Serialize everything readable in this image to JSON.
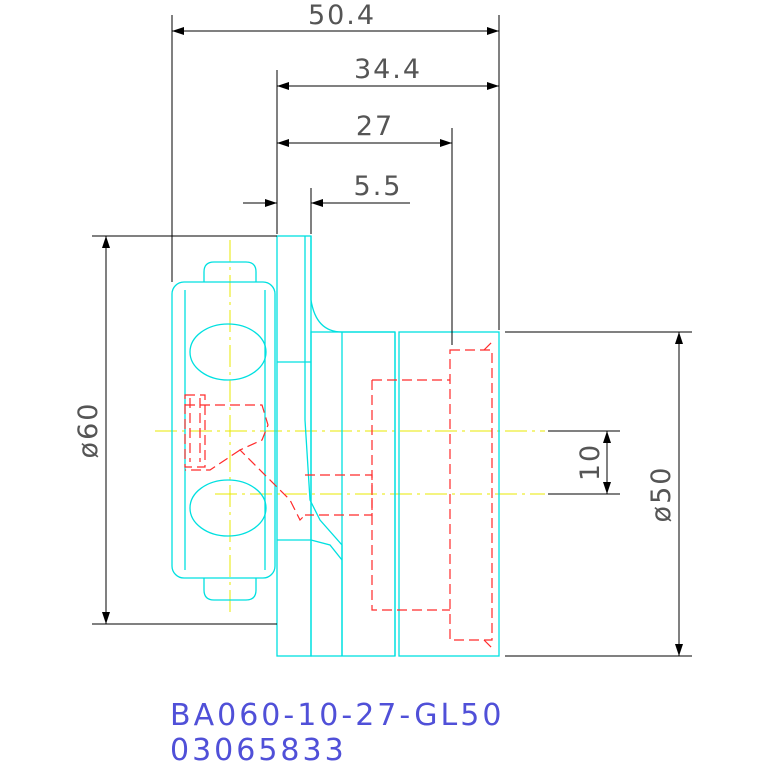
{
  "dimensions": {
    "total_length": "50.4",
    "length_a": "34.4",
    "length_b": "27",
    "length_c": "5.5",
    "diameter_outer": "ø60",
    "diameter_shaft": "ø50",
    "bore": "10"
  },
  "caption": {
    "model": "BA060-10-27-GL50",
    "part_number": "03065833"
  },
  "colors": {
    "outline": "#00e0e0",
    "hidden": "#ff2a2a",
    "center": "#e8e800",
    "dimension": "#000000",
    "dimension_text": "#555555",
    "caption": "#5050d8",
    "background": "#ffffff"
  }
}
